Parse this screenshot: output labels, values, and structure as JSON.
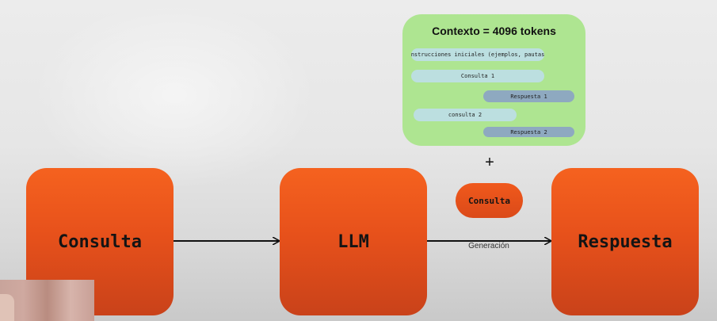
{
  "nodes": {
    "consulta": "Consulta",
    "llm": "LLM",
    "respuesta": "Respuesta"
  },
  "context_box": {
    "title": "Contexto = 4096 tokens",
    "messages": [
      {
        "role": "user",
        "text": "Instrucciones iniciales (ejemplos, pautas)"
      },
      {
        "role": "user",
        "text": "Consulta 1"
      },
      {
        "role": "assistant",
        "text": "Respuesta 1"
      },
      {
        "role": "user",
        "text": "consulta 2"
      },
      {
        "role": "assistant",
        "text": "Respuesta 2"
      }
    ]
  },
  "plus_sign": "+",
  "query_pill": "Consulta",
  "edge_label": "Generación",
  "colors": {
    "node_orange": "#e7511b",
    "context_green": "#aee591",
    "user_message": "#bcdfe0",
    "assistant_message": "#8ea9c0"
  }
}
